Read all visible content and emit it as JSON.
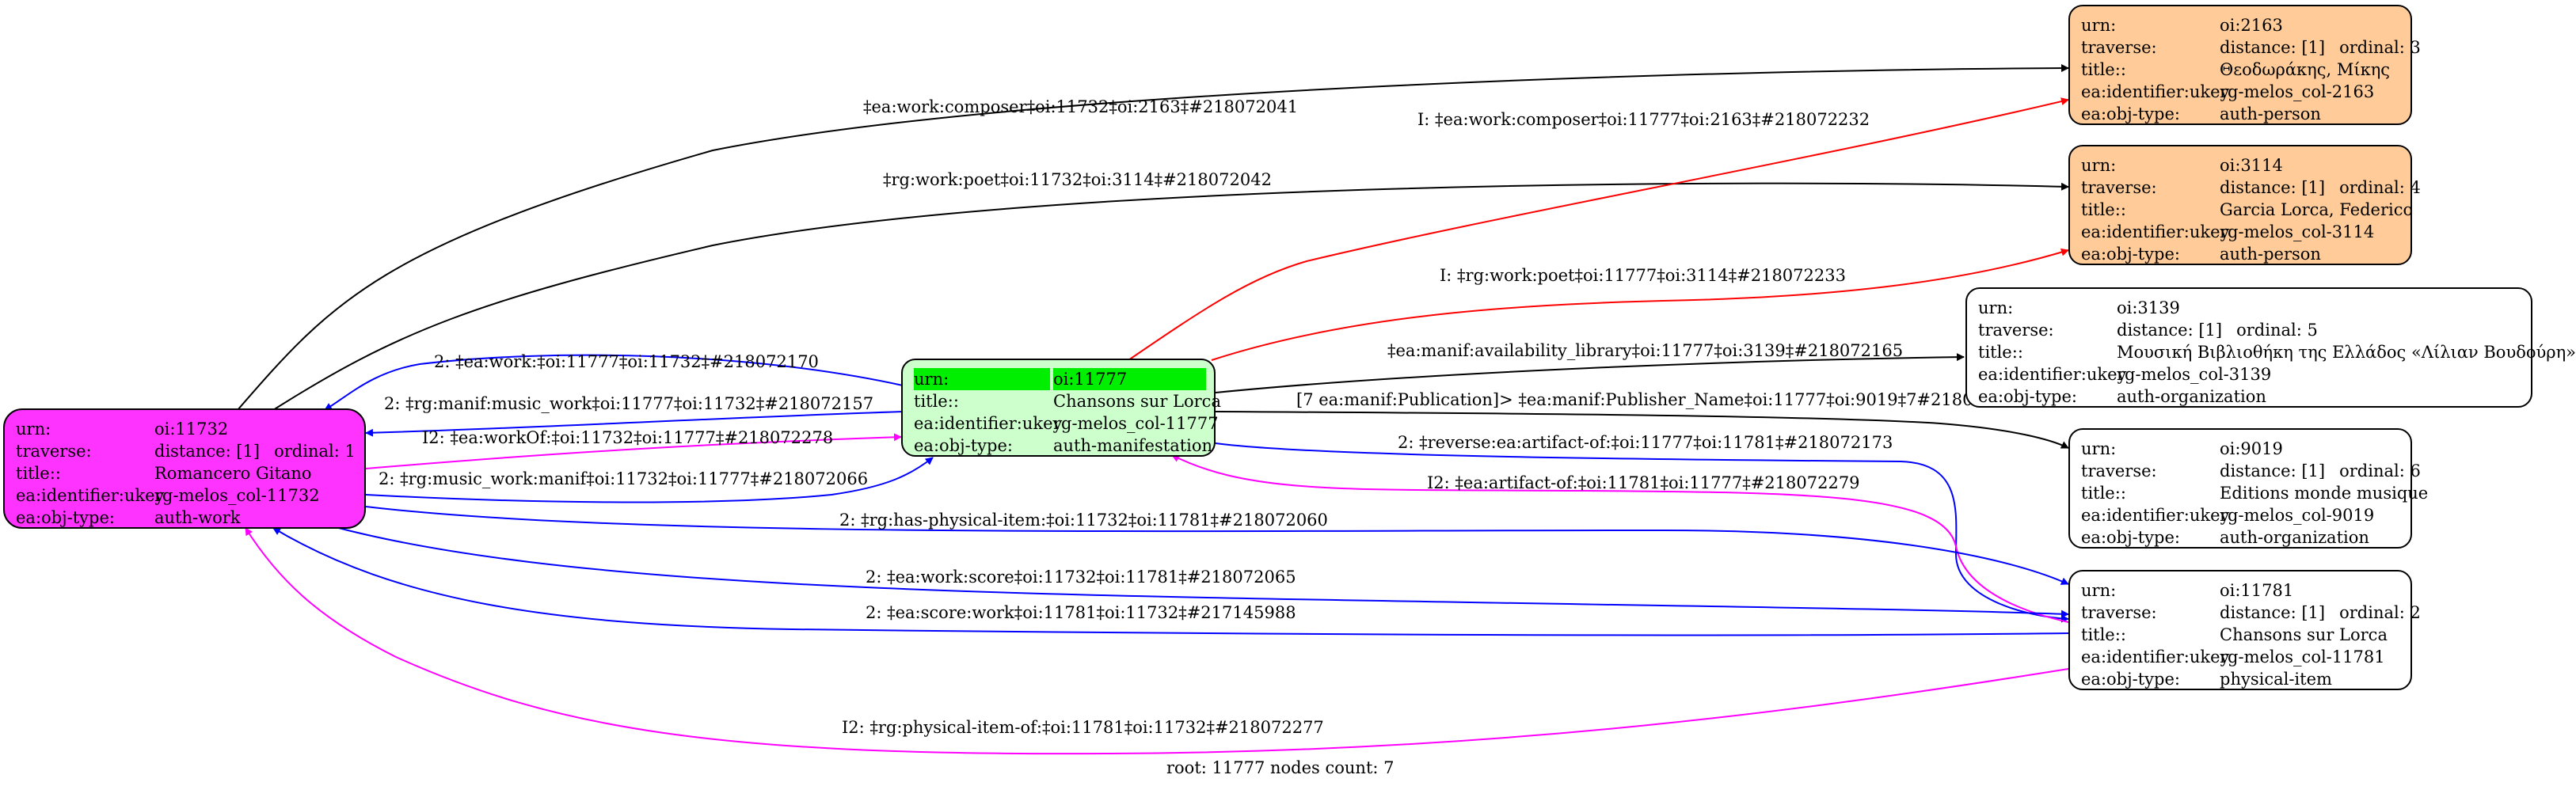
{
  "nodes": {
    "n11732": {
      "urn_key": "urn:",
      "urn": "oi:11732",
      "traverse_key": "traverse:",
      "distance": "distance: [1]",
      "ordinal": "ordinal: 1",
      "title_key": "title::",
      "title": "Romancero Gitano",
      "ukey_key": "ea:identifier:ukey",
      "ukey": "rg-melos_col-11732",
      "type_key": "ea:obj-type:",
      "type": "auth-work",
      "fill": "#ff33ff"
    },
    "n11777": {
      "urn_key": "urn:",
      "urn": "oi:11777",
      "title_key": "title::",
      "title": "Chansons sur Lorca",
      "type_key": "ea:obj-type:",
      "type": "auth-manifestation",
      "fill": "#ccffcc",
      "highlight": "#00ee00"
    },
    "n2163": {
      "urn_key": "urn:",
      "urn": "oi:2163",
      "traverse_key": "traverse:",
      "distance": "distance: [1]",
      "ordinal": "ordinal: 3",
      "title_key": "title::",
      "title": "Θεοδωράκης, Μίκης",
      "ukey_key": "ea:identifier:ukey",
      "ukey": "rg-melos_col-2163",
      "type_key": "ea:obj-type:",
      "type": "auth-person",
      "fill": "#ffcc99"
    },
    "n3114": {
      "urn_key": "urn:",
      "urn": "oi:3114",
      "traverse_key": "traverse:",
      "distance": "distance: [1]",
      "ordinal": "ordinal: 4",
      "title_key": "title::",
      "title": "Garcia Lorca, Federico",
      "ukey_key": "ea:identifier:ukey",
      "ukey": "rg-melos_col-3114",
      "type_key": "ea:obj-type:",
      "type": "auth-person",
      "fill": "#ffcc99"
    },
    "n3139": {
      "urn_key": "urn:",
      "urn": "oi:3139",
      "traverse_key": "traverse:",
      "distance": "distance: [1]",
      "ordinal": "ordinal: 5",
      "title_key": "title::",
      "title": "Μουσική Βιβλιοθήκη της Ελλάδος «Λίλιαν Βουδούρη»",
      "ukey_key": "ea:identifier:ukey",
      "ukey": "rg-melos_col-3139",
      "type_key": "ea:obj-type:",
      "type": "auth-organization",
      "fill": "#ffffff"
    },
    "n9019": {
      "urn_key": "urn:",
      "urn": "oi:9019",
      "traverse_key": "traverse:",
      "distance": "distance: [1]",
      "ordinal": "ordinal: 6",
      "title_key": "title::",
      "title": "Editions monde musique",
      "ukey_key": "ea:identifier:ukey",
      "ukey": "rg-melos_col-9019",
      "type_key": "ea:obj-type:",
      "type": "auth-organization",
      "fill": "#ffffff"
    },
    "n11781": {
      "urn_key": "urn:",
      "urn": "oi:11781",
      "traverse_key": "traverse:",
      "distance": "distance: [1]",
      "ordinal": "ordinal: 2",
      "title_key": "title::",
      "title": "Chansons sur Lorca",
      "ukey_key": "ea:identifier:ukey",
      "ukey": "rg-melos_col-11781",
      "type_key": "ea:obj-type:",
      "type": "physical-item",
      "fill": "#ffffff"
    }
  },
  "edges": [
    {
      "label": "‡ea:work:composer‡oi:11732‡oi:2163‡#218072041",
      "color": "#000000"
    },
    {
      "label": "I: ‡ea:work:composer‡oi:11777‡oi:2163‡#218072232",
      "color": "#ff0000"
    },
    {
      "label": "‡rg:work:poet‡oi:11732‡oi:3114‡#218072042",
      "color": "#000000"
    },
    {
      "label": "I: ‡rg:work:poet‡oi:11777‡oi:3114‡#218072233",
      "color": "#ff0000"
    },
    {
      "label": "2: ‡ea:work:‡oi:11777‡oi:11732‡#218072170",
      "color": "#0000ff"
    },
    {
      "label": "2: ‡rg:manif:music_work‡oi:11777‡oi:11732‡#218072157",
      "color": "#0000ff"
    },
    {
      "label": "I2: ‡ea:workOf:‡oi:11732‡oi:11777‡#218072278",
      "color": "#ff00ff"
    },
    {
      "label": "2: ‡rg:music_work:manif‡oi:11732‡oi:11777‡#218072066",
      "color": "#0000ff"
    },
    {
      "label": "‡ea:manif:availability_library‡oi:11777‡oi:3139‡#218072165",
      "color": "#000000"
    },
    {
      "label": "[7 ea:manif:Publication]> ‡ea:manif:Publisher_Name‡oi:11777‡oi:9019‡7#218072163",
      "color": "#000000"
    },
    {
      "label": "2: ‡reverse:ea:artifact-of:‡oi:11777‡oi:11781‡#218072173",
      "color": "#0000ff"
    },
    {
      "label": "I2: ‡ea:artifact-of:‡oi:11781‡oi:11777‡#218072279",
      "color": "#ff00ff"
    },
    {
      "label": "2: ‡rg:has-physical-item:‡oi:11732‡oi:11781‡#218072060",
      "color": "#0000ff"
    },
    {
      "label": "2: ‡ea:work:score‡oi:11732‡oi:11781‡#218072065",
      "color": "#0000ff"
    },
    {
      "label": "2: ‡ea:score:work‡oi:11781‡oi:11732‡#217145988",
      "color": "#0000ff"
    },
    {
      "label": "I2: ‡rg:physical-item-of:‡oi:11781‡oi:11732‡#218072277",
      "color": "#ff00ff"
    }
  ],
  "footer": "root: 11777 nodes count: 7"
}
